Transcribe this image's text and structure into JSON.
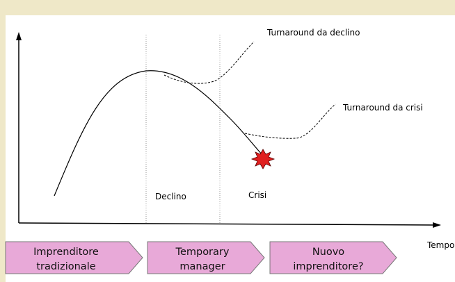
{
  "diagram": {
    "curve_labels": {
      "decline_turnaround": "Turnaround da declino",
      "crisis_turnaround": "Turnaround da crisi"
    },
    "zone_labels": {
      "decline": "Declino",
      "crisis": "Crisi"
    },
    "x_axis_label": "Tempo",
    "phases": [
      {
        "line1": "Imprenditore",
        "line2": "tradizionale"
      },
      {
        "line1": "Temporary",
        "line2": "manager"
      },
      {
        "line1": "Nuovo",
        "line2": "imprenditore?"
      }
    ],
    "colors": {
      "background": "#efe8c8",
      "arrow_fill": "#e8a9d8",
      "crisis_burst": "#e02020"
    }
  }
}
